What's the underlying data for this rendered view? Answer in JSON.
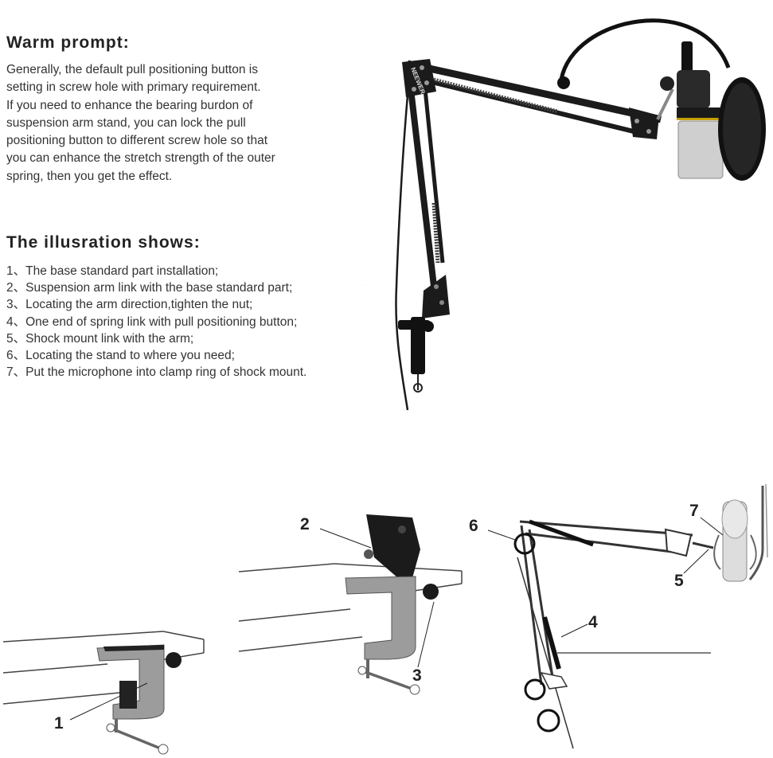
{
  "warm_prompt": {
    "title": "Warm prompt:",
    "body": "Generally, the default pull positioning  button is\nsetting in screw hole with primary requirement.\nIf you need to enhance the bearing burdon of\nsuspension arm stand, you can lock the pull\npositioning button to different screw hole so that\nyou can enhance the stretch strength of the outer\nspring, then you get the effect."
  },
  "illustration": {
    "title": "The illusration shows:",
    "steps": [
      "1、The base standard part installation;",
      "2、Suspension arm link with the base standard part;",
      "3、Locating the arm direction,tighten the nut;",
      "4、One end of spring link with pull positioning button;",
      "5、Shock mount link with the arm;",
      "6、Locating the stand to where you need;",
      "7、Put the microphone into clamp ring of shock mount."
    ]
  },
  "product_photo": {
    "brand": "NEEWER"
  },
  "callouts": [
    "1",
    "2",
    "3",
    "4",
    "5",
    "6",
    "7"
  ],
  "colors": {
    "metal_gray": "#9c9c9c",
    "arm_black": "#1b1b1b",
    "pop_filter": "#111111"
  }
}
